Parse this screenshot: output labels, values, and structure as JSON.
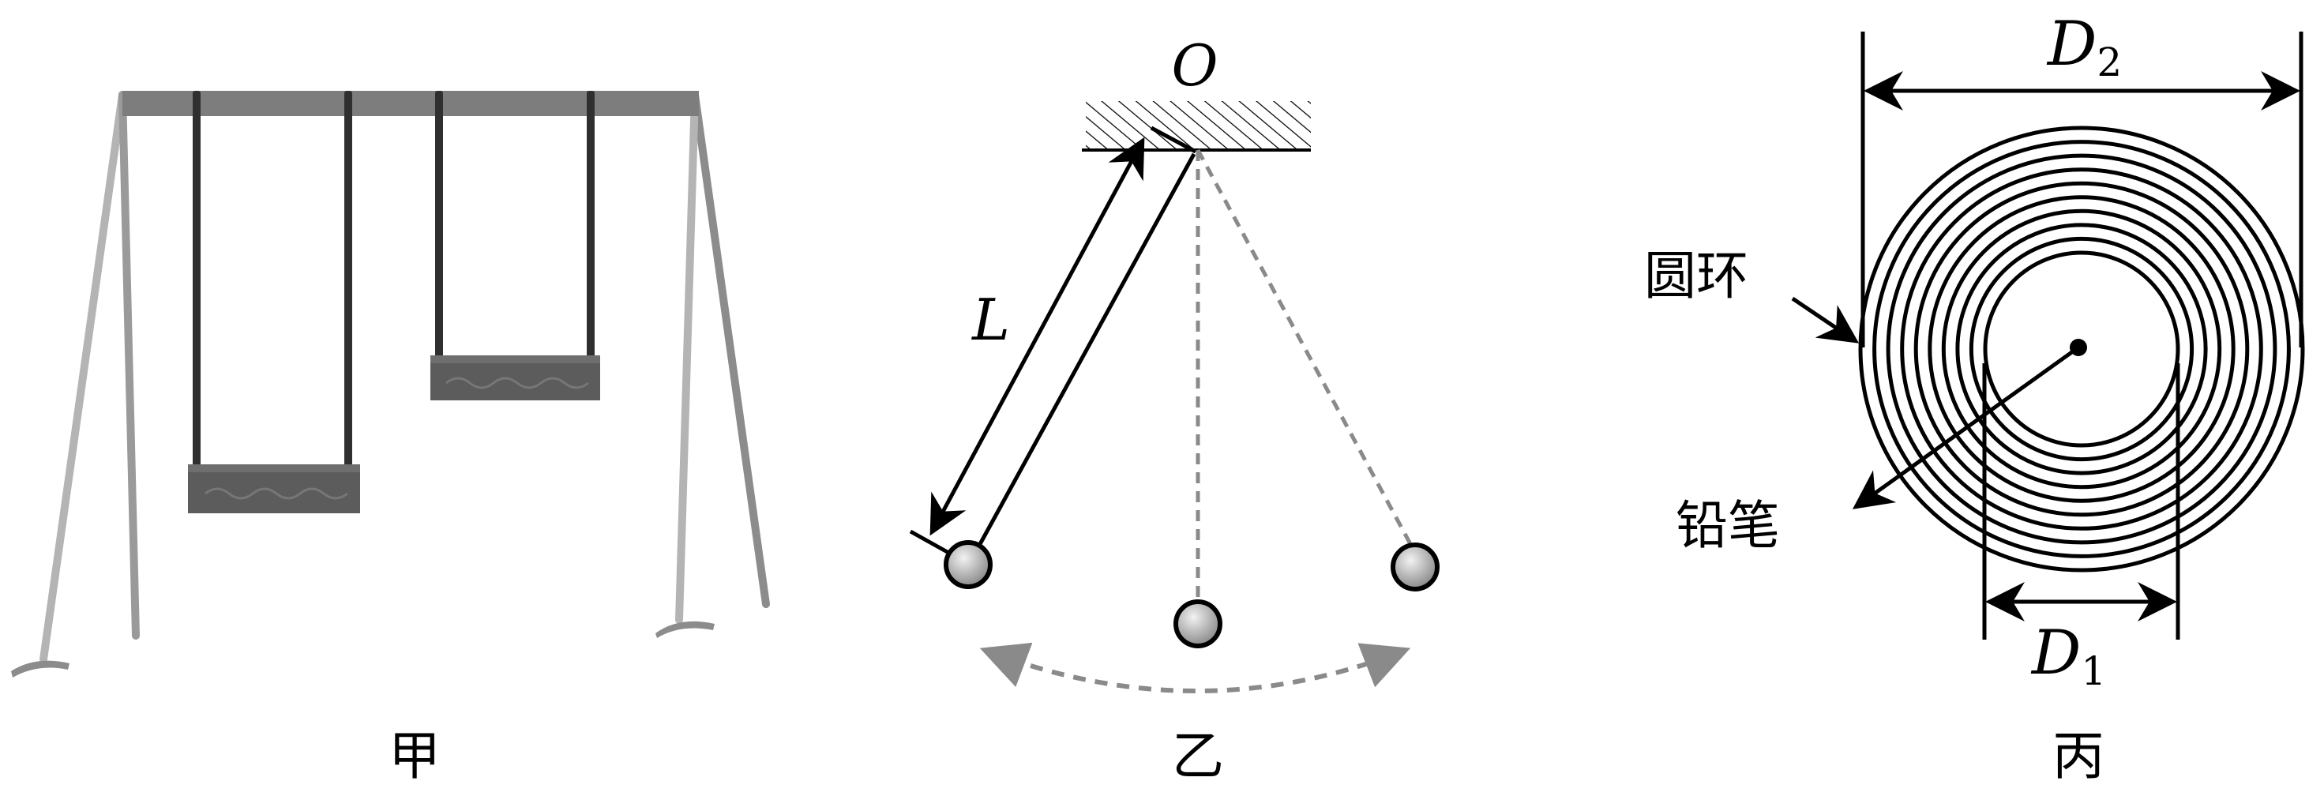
{
  "panels": {
    "jia": {
      "caption": "甲"
    },
    "yi": {
      "caption": "乙",
      "pivot_label": "O",
      "length_label": "L"
    },
    "bing": {
      "caption": "丙",
      "outer_diameter": {
        "letter": "D",
        "sub": "2"
      },
      "inner_diameter": {
        "letter": "D",
        "sub": "1"
      },
      "ring_label": "圆环",
      "pencil_label": "铅笔"
    }
  },
  "colors": {
    "ink": "#000000",
    "frame_light": "#b4b4b4",
    "frame_mid": "#8c8c8c",
    "crossbar": "#7d7d7d",
    "seat": "#595959",
    "dashed": "#8a8a8a",
    "bob": "#aaaaaa"
  }
}
